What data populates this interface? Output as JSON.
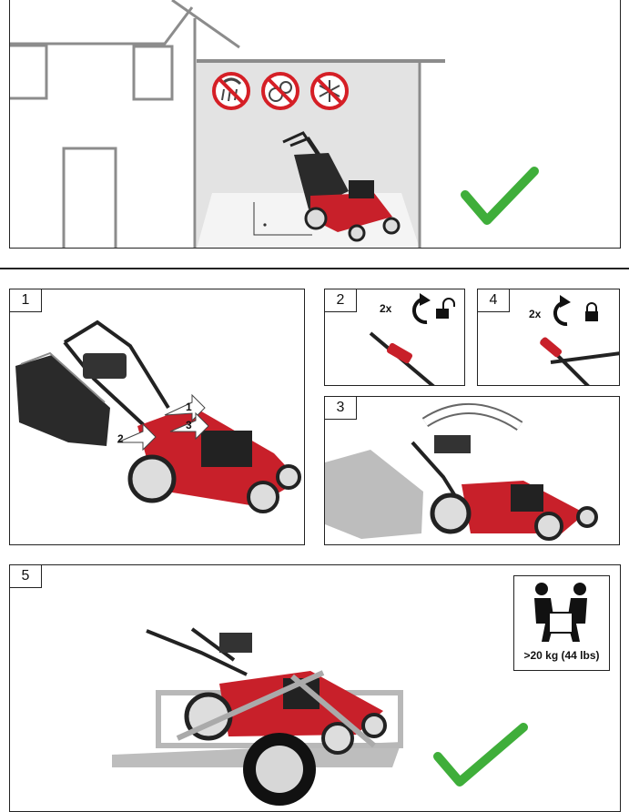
{
  "steps": {
    "step1": "1",
    "step2": "2",
    "step3": "3",
    "step4": "4",
    "step5": "5"
  },
  "step1_callouts": [
    "1",
    "2",
    "3"
  ],
  "step2_repeat": "2x",
  "step4_repeat": "2x",
  "weight_label": ">20 kg (44 lbs)",
  "colors": {
    "mower_red": "#c8202a",
    "mower_dark": "#2a2a2a",
    "check_green": "#3fae3a",
    "prohibit_red": "#d51f26",
    "wall_gray": "#8c8c8c"
  },
  "icons": [
    "no-rain-icon",
    "no-children-icon",
    "no-frost-icon",
    "checkmark-icon",
    "two-person-lift-icon",
    "rotate-ccw-icon",
    "rotate-cw-icon",
    "unlock-icon",
    "lock-icon"
  ]
}
